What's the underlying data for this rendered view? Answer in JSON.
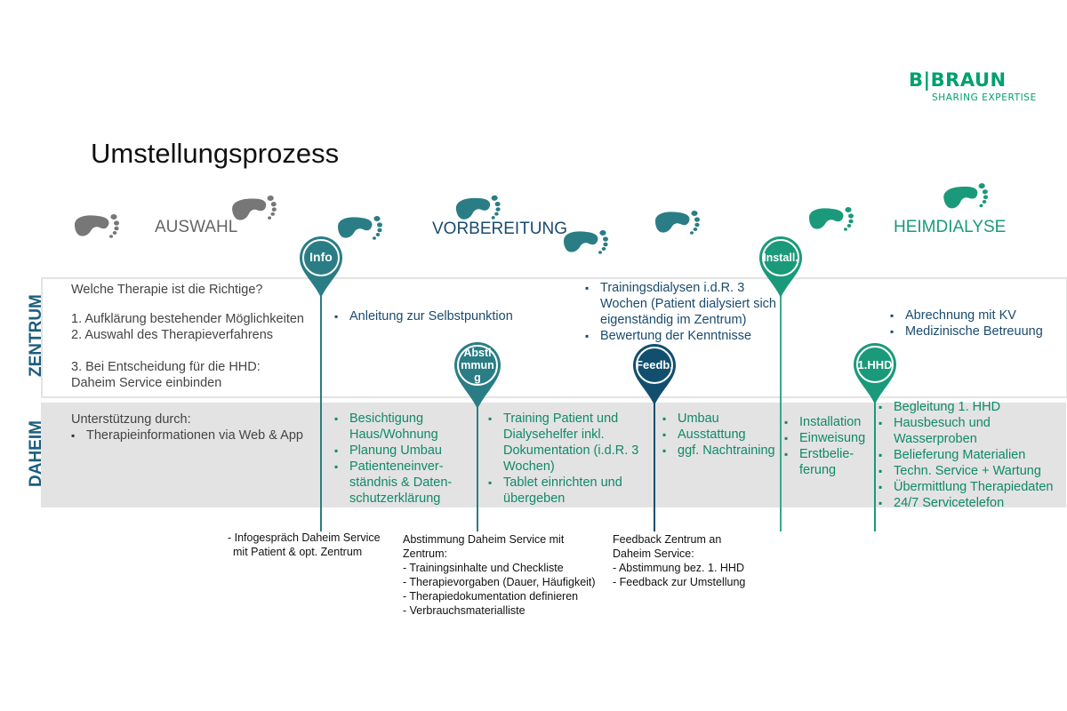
{
  "logo": {
    "brand": "B|BRAUN",
    "tagline": "SHARING EXPERTISE"
  },
  "title": "Umstellungsprozess",
  "phases": {
    "auswahl": "AUSWAHL",
    "vorbereitung": "VORBEREITUNG",
    "heimdialyse": "HEIMDIALYSE"
  },
  "rows": {
    "zentrum": "ZENTRUM",
    "daheim": "DAHEIM"
  },
  "colors": {
    "green": "#1a9a7a",
    "teal": "#2a7d85",
    "navy": "#124f6e",
    "grey_band": "#e3e3e3"
  },
  "pins": {
    "info": "Info",
    "abstimmung": [
      "Absti",
      "mmun",
      "g"
    ],
    "feedback": "Feedb.",
    "install": "Install.",
    "hhd": "1.HHD"
  },
  "zentrum": {
    "question": "Welche Therapie ist die Richtige?",
    "steps": [
      "1. Aufklärung bestehender Möglichkeiten",
      "2. Auswahl des Therapieverfahrens"
    ],
    "step3": [
      "3. Bei Entscheidung für die HHD:",
      "Daheim Service einbinden"
    ],
    "col2": [
      "Anleitung zur Selbstpunktion"
    ],
    "col4": [
      "Trainingsdialysen i.d.R. 3 Wochen (Patient dialysiert sich eigenständig im Zentrum)",
      "Bewertung der Kenntnisse"
    ],
    "col7": [
      "Abrechnung mit KV",
      "Medizinische Betreuung"
    ]
  },
  "daheim": {
    "intro": "Unterstützung durch:",
    "col1": [
      "Therapieinformationen via Web & App"
    ],
    "col2": [
      "Besichtigung Haus/Wohnung",
      "Planung Umbau",
      "Patienteneinver-ständnis & Daten-schutzerklärung"
    ],
    "col3": [
      "Training Patient und Dialysehelfer inkl. Dokumentation (i.d.R. 3 Wochen)",
      "Tablet einrichten und übergeben"
    ],
    "col4": [
      "Umbau",
      "Ausstattung",
      "ggf. Nachtraining"
    ],
    "col5": [
      "Installation",
      "Einweisung",
      "Erstbelie-ferung"
    ],
    "col6": [
      "Begleitung 1. HHD",
      "Hausbesuch und Wasserproben",
      "Belieferung Materialien",
      "Techn. Service + Wartung",
      "Übermittlung Therapiedaten",
      "24/7 Servicetelefon"
    ]
  },
  "notes": {
    "info": [
      "- Infogespräch Daheim Service",
      "mit Patient & opt. Zentrum"
    ],
    "abstimmung": [
      "Abstimmung Daheim Service mit",
      "Zentrum:",
      "- Trainingsinhalte und Checkliste",
      "- Therapievorgaben (Dauer, Häufigkeit)",
      "- Therapiedokumentation definieren",
      "- Verbrauchsmaterialliste"
    ],
    "feedback": [
      "Feedback Zentrum an",
      "Daheim Service:",
      "- Abstimmung bez. 1. HHD",
      "- Feedback zur Umstellung"
    ]
  }
}
